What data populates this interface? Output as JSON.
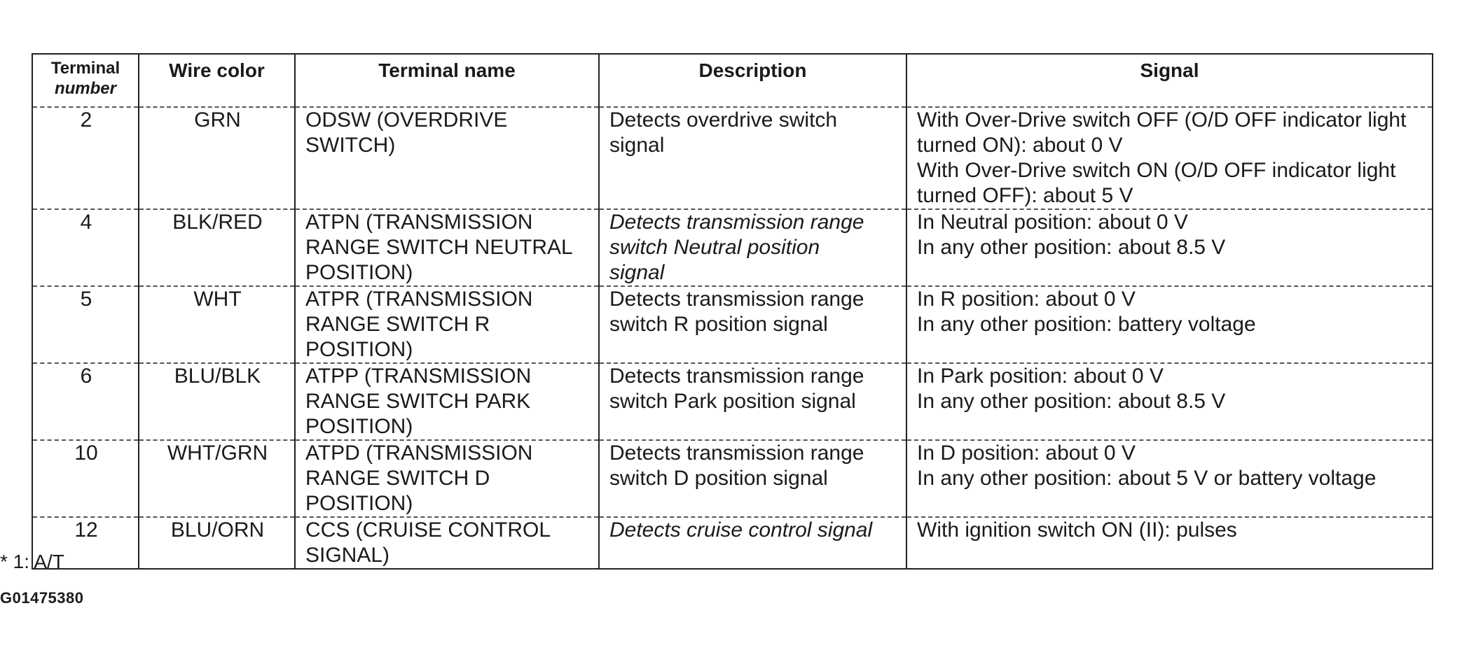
{
  "table": {
    "headers": {
      "terminal_number_line1": "Terminal",
      "terminal_number_line2": "number",
      "wire_color": "Wire color",
      "terminal_name": "Terminal name",
      "description": "Description",
      "signal": "Signal"
    },
    "rows": [
      {
        "terminal": "2",
        "wire_color": "GRN",
        "name": [
          "ODSW (OVERDRIVE",
          "SWITCH)"
        ],
        "description": [
          "Detects overdrive switch",
          "signal"
        ],
        "signal": [
          "With Over-Drive switch OFF (O/D OFF indicator light",
          "turned ON): about 0 V",
          "With Over-Drive switch ON (O/D OFF indicator light",
          "turned OFF): about 5 V"
        ]
      },
      {
        "terminal": "4",
        "wire_color": "BLK/RED",
        "name": [
          "ATPN (TRANSMISSION",
          "RANGE SWITCH NEUTRAL",
          "POSITION)"
        ],
        "description": [
          "Detects transmission range",
          "switch Neutral position",
          "signal"
        ],
        "signal": [
          "In Neutral position: about 0 V",
          "In any other position: about 8.5 V"
        ]
      },
      {
        "terminal": "5",
        "wire_color": "WHT",
        "name": [
          "ATPR (TRANSMISSION",
          "RANGE SWITCH R",
          "POSITION)"
        ],
        "description": [
          "Detects transmission range",
          "switch R position signal"
        ],
        "signal": [
          "In R position: about 0 V",
          "In any other position: battery voltage"
        ]
      },
      {
        "terminal": "6",
        "wire_color": "BLU/BLK",
        "name": [
          "ATPP (TRANSMISSION",
          "RANGE SWITCH PARK",
          "POSITION)"
        ],
        "description": [
          "Detects transmission range",
          "switch Park position signal"
        ],
        "signal": [
          "In Park position: about 0 V",
          "In any other position: about 8.5 V"
        ]
      },
      {
        "terminal": "10",
        "wire_color": "WHT/GRN",
        "name": [
          "ATPD (TRANSMISSION",
          "RANGE SWITCH D",
          "POSITION)"
        ],
        "description": [
          "Detects transmission range",
          "switch D position signal"
        ],
        "signal": [
          "In D position: about 0 V",
          "In any other position: about 5 V or battery voltage"
        ]
      },
      {
        "terminal": "12",
        "wire_color": "BLU/ORN",
        "name": [
          "CCS (CRUISE CONTROL",
          "SIGNAL)"
        ],
        "description": [
          "Detects cruise control signal"
        ],
        "signal": [
          "With ignition switch ON (II): pulses"
        ]
      }
    ]
  },
  "footnote": "* 1: A/T",
  "figure_id": "G01475380",
  "colors": {
    "text": "#1a1a1a",
    "border": "#222222",
    "background": "#ffffff"
  }
}
